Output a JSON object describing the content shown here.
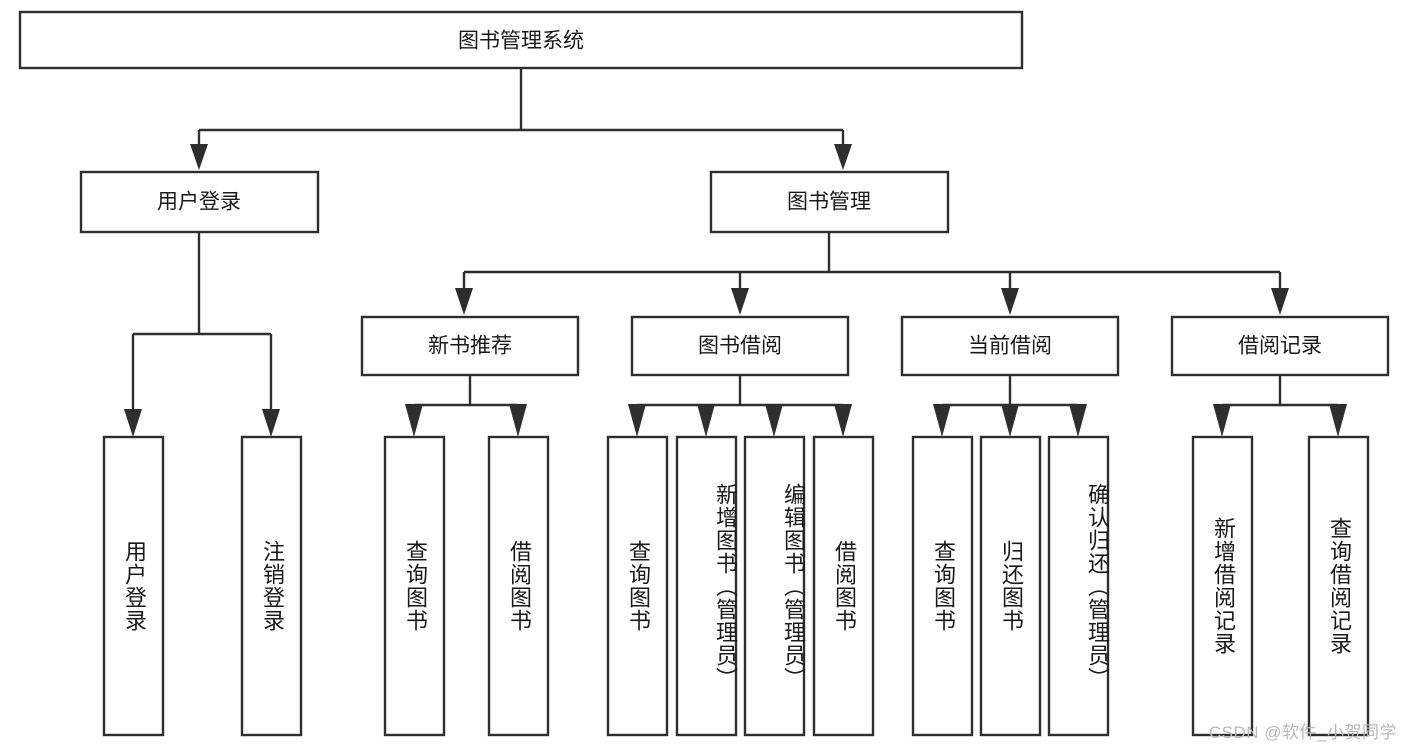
{
  "diagram": {
    "title": "图书管理系统",
    "type": "tree-hierarchy-diagram",
    "root": {
      "label": "图书管理系统"
    },
    "level1": [
      {
        "label": "用户登录"
      },
      {
        "label": "图书管理"
      }
    ],
    "level2": [
      {
        "label": "新书推荐"
      },
      {
        "label": "图书借阅"
      },
      {
        "label": "当前借阅"
      },
      {
        "label": "借阅记录"
      }
    ],
    "leaves": {
      "user_login": [
        {
          "label": "用户登录"
        },
        {
          "label": "注销登录"
        }
      ],
      "new_book_recommend": [
        {
          "label": "查询图书"
        },
        {
          "label": "借阅图书"
        }
      ],
      "book_borrow": [
        {
          "label": "查询图书"
        },
        {
          "label": "新增图书（管理员）"
        },
        {
          "label": "编辑图书（管理员）"
        },
        {
          "label": "借阅图书"
        }
      ],
      "current_borrow": [
        {
          "label": "查询图书"
        },
        {
          "label": "归还图书"
        },
        {
          "label": "确认归还（管理员）"
        }
      ],
      "borrow_record": [
        {
          "label": "新增借阅记录"
        },
        {
          "label": "查询借阅记录"
        }
      ]
    }
  },
  "watermark": {
    "text": "CSDN @软件_小贺同学"
  },
  "colors": {
    "stroke": "#2e2e2e",
    "fill": "#ffffff",
    "text": "#1a1a1a",
    "watermark": "#b8b8b8"
  }
}
